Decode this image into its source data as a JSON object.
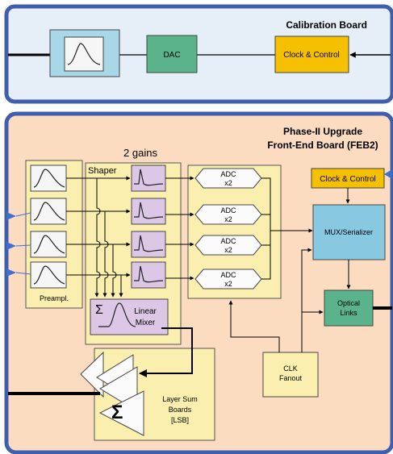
{
  "calibration_board": {
    "title": "Calibration Board",
    "dac_label": "DAC",
    "clock_control_label": "Clock & Control"
  },
  "feb2": {
    "title_line1": "Phase-II Upgrade",
    "title_line2": "Front-End Board (FEB2)",
    "gains_label": "2 gains",
    "shaper_label": "Shaper",
    "preamp_label": "Preampl.",
    "sigma_label": "Σ",
    "linear_mixer_line1": "Linear",
    "linear_mixer_line2": "Mixer",
    "adc_blocks": [
      {
        "line1": "ADC",
        "line2": "x2"
      },
      {
        "line1": "ADC",
        "line2": "x2"
      },
      {
        "line1": "ADC",
        "line2": "x2"
      },
      {
        "line1": "ADC",
        "line2": "x2"
      }
    ],
    "clock_control_label": "Clock & Control",
    "mux_label": "MUX/Serializer",
    "optical_line1": "Optical",
    "optical_line2": "Links",
    "clk_line1": "CLK",
    "clk_line2": "Fanout",
    "lsb_sigma": "Σ",
    "lsb_line1": "Layer Sum",
    "lsb_line2": "Boards",
    "lsb_line3": "[LSB]"
  },
  "colors": {
    "board_border": "#3f5fae",
    "calib_fill": "#e6eef8",
    "feb_fill": "#fbdcc0",
    "preamp_fill": "#cfe8f0",
    "dac_fill": "#5ab38a",
    "clock_fill": "#f5c000",
    "yellow_area": "#fbefb0",
    "shaper_fill": "#dcc8e6",
    "mux_fill": "#88c8e0",
    "optical_fill": "#5ab38a",
    "arrow_blue": "#3f6fcf"
  }
}
